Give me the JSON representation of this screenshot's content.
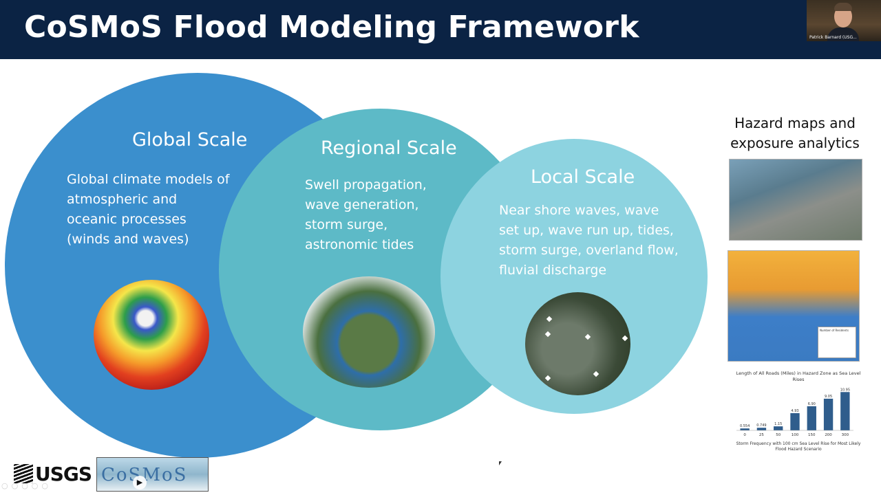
{
  "slide": {
    "title": "CoSMoS Flood Modeling Framework"
  },
  "presenter": {
    "name": "Patrick Barnard (USG..."
  },
  "scales": {
    "global": {
      "heading": "Global Scale",
      "lines": [
        "Global climate models of",
        "atmospheric and",
        "oceanic processes",
        "(winds and waves)"
      ]
    },
    "regional": {
      "heading": "Regional Scale",
      "lines": [
        "Swell propagation,",
        "wave generation,",
        "storm surge,",
        "astronomic tides"
      ]
    },
    "local": {
      "heading": "Local Scale",
      "lines": [
        "Near shore waves, wave",
        "set up, wave run up, tides,",
        "storm surge, overland flow,",
        "fluvial discharge"
      ]
    }
  },
  "hazard": {
    "title_lines": [
      "Hazard maps and",
      "exposure analytics"
    ],
    "map_legend_title": "Number of Residents"
  },
  "chart_data": {
    "type": "bar",
    "title": "Length of All Roads (Miles) in Hazard Zone as Sea Level Rises",
    "xlabel": "Storm Frequency with 100 cm Sea Level Rise for Most Likely Flood Hazard Scenario",
    "categories": [
      "0",
      "25",
      "50",
      "100",
      "150",
      "200",
      "300"
    ],
    "values": [
      0.554,
      0.749,
      1.15,
      4.93,
      6.9,
      9.05,
      10.95
    ],
    "value_labels": [
      "0.554",
      "0.749",
      "1.15",
      "4.93",
      "6.90",
      "9.05",
      "10.95"
    ],
    "ylim": [
      0,
      11
    ],
    "color": "#2f5d8c"
  },
  "logos": {
    "agency": "USGS",
    "project": "CoSMoS"
  },
  "colors": {
    "header": "#0b2344",
    "global_circle": "#3b8fcd",
    "regional_circle": "#5dbac7",
    "local_circle": "#8dd3e0"
  }
}
